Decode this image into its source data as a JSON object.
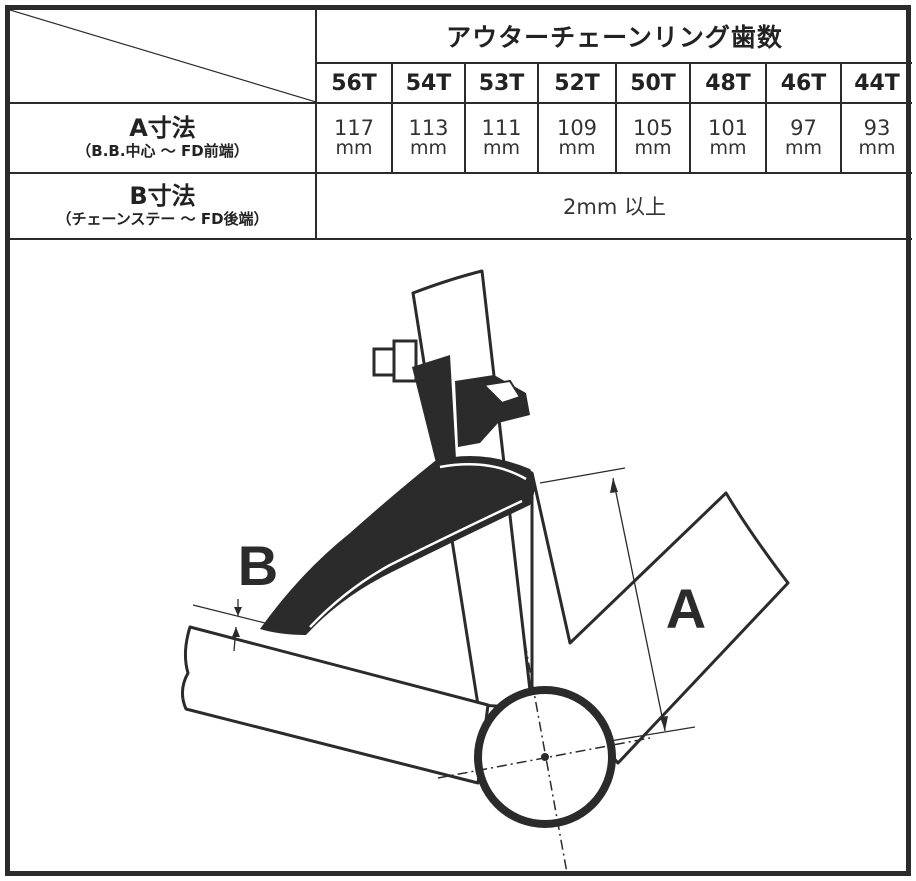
{
  "table": {
    "header_title": "アウターチェーンリング歯数",
    "columns": [
      "56T",
      "54T",
      "53T",
      "52T",
      "50T",
      "48T",
      "46T",
      "44T"
    ],
    "row_a": {
      "label": "A寸法",
      "sublabel": "（B.B.中心 〜 FD前端）",
      "values": [
        "117",
        "113",
        "111",
        "109",
        "105",
        "101",
        "97",
        "93"
      ],
      "unit": "mm"
    },
    "row_b": {
      "label": "B寸法",
      "sublabel": "（チェーンステー 〜 FD後端）",
      "value": "2mm 以上"
    }
  },
  "diagram": {
    "label_a": "A",
    "label_b": "B"
  }
}
